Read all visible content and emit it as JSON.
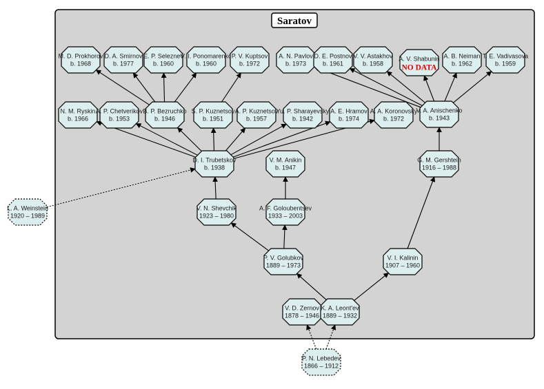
{
  "title": "Saratov",
  "colors": {
    "panel_fill": "#d3d3d3",
    "node_fill": "#ddeeee",
    "stroke": "#000000",
    "nodata": "#e00000"
  },
  "nodes": [
    {
      "id": "prokhorov",
      "lines": [
        "M. D. Prokhorov",
        "b. 1968"
      ]
    },
    {
      "id": "smirnov",
      "lines": [
        "D. A. Smirnov",
        "b. 1977"
      ]
    },
    {
      "id": "seleznev",
      "lines": [
        "E. P. Seleznev",
        "b. 1960"
      ]
    },
    {
      "id": "ponomarenko",
      "lines": [
        "V. I. Ponomarenko",
        "b. 1960"
      ]
    },
    {
      "id": "kuptsov",
      "lines": [
        "P. V. Kuptsov",
        "b. 1972"
      ]
    },
    {
      "id": "pavlov",
      "lines": [
        "A. N. Pavlov",
        "b. 1973"
      ]
    },
    {
      "id": "postnov",
      "lines": [
        "D. E. Postnov",
        "b. 1961"
      ]
    },
    {
      "id": "astakhov",
      "lines": [
        "V. V. Astakhov",
        "b. 1958"
      ]
    },
    {
      "id": "shabunin",
      "lines": [
        "A. V. Shabunin"
      ],
      "nodata": "NO DATA"
    },
    {
      "id": "neiman",
      "lines": [
        "A. B. Neiman",
        "b. 1962"
      ]
    },
    {
      "id": "vadivasova",
      "lines": [
        "T. E. Vadivasova",
        "b. 1959"
      ]
    },
    {
      "id": "ryskin",
      "lines": [
        "N. M. Ryskin",
        "b. 1966"
      ]
    },
    {
      "id": "chetverikov",
      "lines": [
        "A. P. Chetverikov",
        "b. 1953"
      ]
    },
    {
      "id": "bezruchko",
      "lines": [
        "B. P. Bezruchko",
        "b. 1946"
      ]
    },
    {
      "id": "skuznetsov",
      "lines": [
        "S. P. Kuznetsov",
        "b. 1951"
      ]
    },
    {
      "id": "akuznetsov",
      "lines": [
        "A. P. Kuznetsov",
        "b. 1957"
      ]
    },
    {
      "id": "sharayevsky",
      "lines": [
        "Yu. P. Sharayevsky",
        "b. 1942"
      ]
    },
    {
      "id": "hramov",
      "lines": [
        "A. E. Hramov",
        "b. 1974"
      ]
    },
    {
      "id": "koronovsky",
      "lines": [
        "A. A. Koronovsky",
        "b. 1972"
      ]
    },
    {
      "id": "anischenko",
      "lines": [
        "V. A. Anischenko",
        "b. 1943"
      ]
    },
    {
      "id": "trubetskov",
      "lines": [
        "D. I. Trubetskov",
        "b. 1938"
      ]
    },
    {
      "id": "anikin",
      "lines": [
        "V. M. Anikin",
        "b. 1947"
      ]
    },
    {
      "id": "gershtein",
      "lines": [
        "G. M. Gershtein",
        "1916 – 1988"
      ]
    },
    {
      "id": "weinstein",
      "lines": [
        "L. A. Weinstein",
        "1920 – 1989"
      ],
      "dashed": true
    },
    {
      "id": "shevchik",
      "lines": [
        "V. N. Shevchik",
        "1923 – 1980"
      ]
    },
    {
      "id": "goloubentsev",
      "lines": [
        "A. F. Goloubentsev",
        "1933 – 2003"
      ]
    },
    {
      "id": "golubkov",
      "lines": [
        "P. V. Golubkov",
        "1889 – 1973"
      ]
    },
    {
      "id": "kalinin",
      "lines": [
        "V. I. Kalinin",
        "1907 – 1960"
      ]
    },
    {
      "id": "zernov",
      "lines": [
        "V. D. Zernov",
        "1878 – 1946"
      ]
    },
    {
      "id": "leontev",
      "lines": [
        "K. A. Leont'ev",
        "1889 – 1932"
      ]
    },
    {
      "id": "lebedev",
      "lines": [
        "P. N. Lebedev",
        "1866 – 1912"
      ],
      "dashed": true
    }
  ],
  "edges": [
    {
      "from": "trubetskov",
      "to": "ryskin"
    },
    {
      "from": "trubetskov",
      "to": "chetverikov"
    },
    {
      "from": "trubetskov",
      "to": "bezruchko"
    },
    {
      "from": "trubetskov",
      "to": "skuznetsov"
    },
    {
      "from": "trubetskov",
      "to": "akuznetsov"
    },
    {
      "from": "trubetskov",
      "to": "sharayevsky"
    },
    {
      "from": "trubetskov",
      "to": "hramov"
    },
    {
      "from": "trubetskov",
      "to": "koronovsky"
    },
    {
      "from": "bezruchko",
      "to": "prokhorov"
    },
    {
      "from": "bezruchko",
      "to": "smirnov"
    },
    {
      "from": "bezruchko",
      "to": "seleznev"
    },
    {
      "from": "bezruchko",
      "to": "ponomarenko"
    },
    {
      "from": "skuznetsov",
      "to": "kuptsov"
    },
    {
      "from": "anischenko",
      "to": "pavlov"
    },
    {
      "from": "anischenko",
      "to": "postnov"
    },
    {
      "from": "anischenko",
      "to": "astakhov"
    },
    {
      "from": "anischenko",
      "to": "shabunin"
    },
    {
      "from": "anischenko",
      "to": "neiman"
    },
    {
      "from": "anischenko",
      "to": "vadivasova"
    },
    {
      "from": "gershtein",
      "to": "anischenko"
    },
    {
      "from": "shevchik",
      "to": "trubetskov"
    },
    {
      "from": "goloubentsev",
      "to": "anikin"
    },
    {
      "from": "golubkov",
      "to": "shevchik"
    },
    {
      "from": "golubkov",
      "to": "goloubentsev"
    },
    {
      "from": "kalinin",
      "to": "gershtein"
    },
    {
      "from": "leontev",
      "to": "golubkov"
    },
    {
      "from": "leontev",
      "to": "kalinin"
    },
    {
      "from": "weinstein",
      "to": "trubetskov",
      "dashed": true
    },
    {
      "from": "lebedev",
      "to": "zernov",
      "dashed": true
    },
    {
      "from": "lebedev",
      "to": "leontev",
      "dashed": true
    }
  ]
}
